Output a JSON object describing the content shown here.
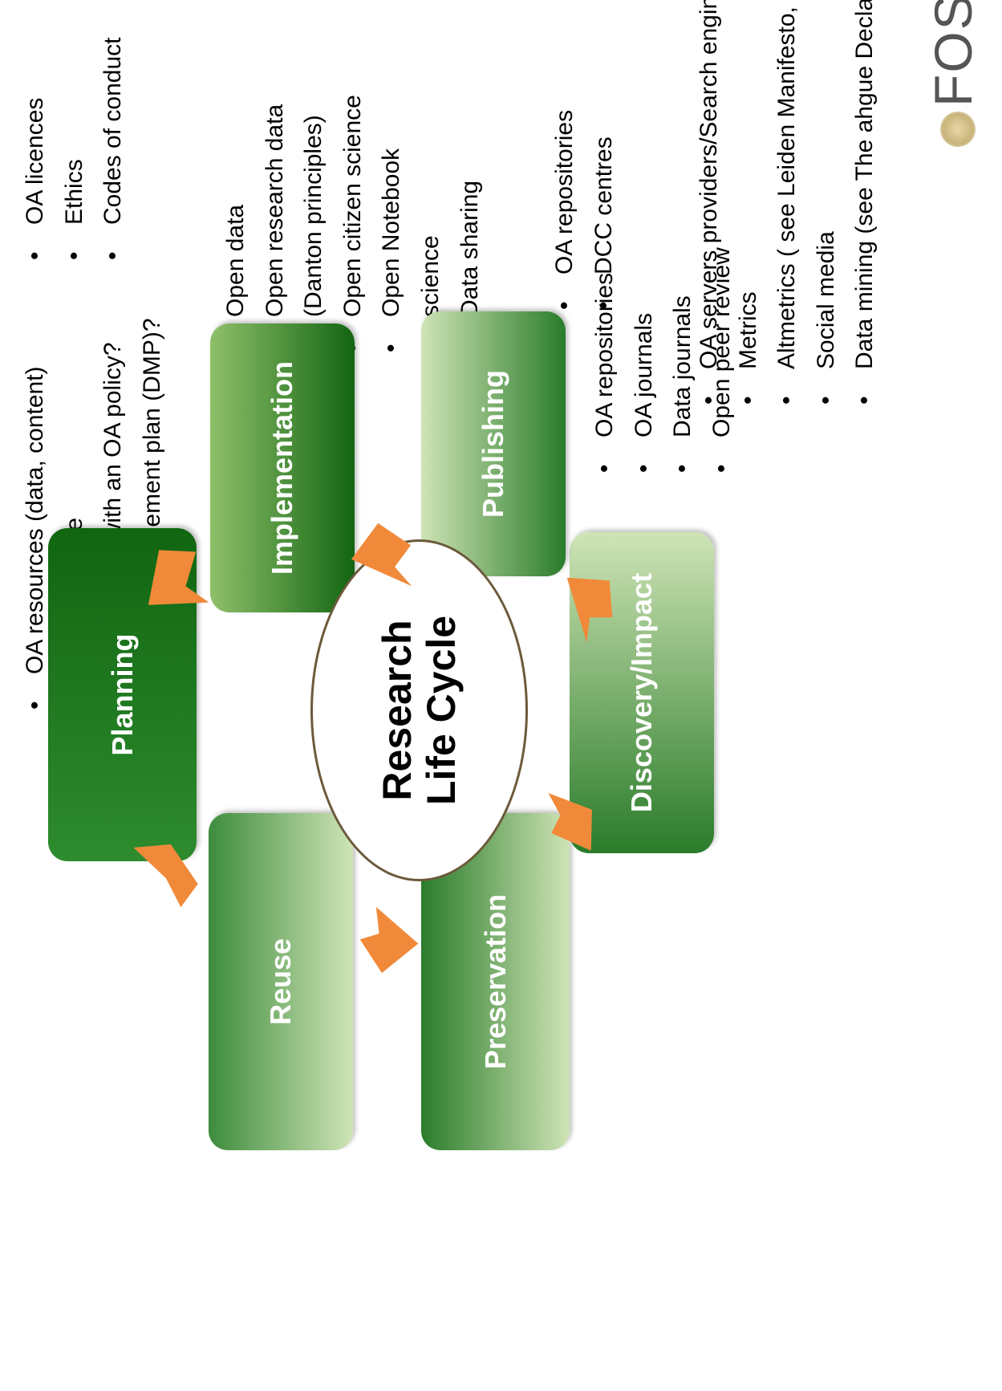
{
  "center": {
    "line1": "Research",
    "line2": "Life Cycle"
  },
  "stages": {
    "planning": "Planning",
    "implementation": "Implementation",
    "publishing": "Publishing",
    "discovery_line1": "Discovery/",
    "discovery_line2": "Impact",
    "preservation": "Preservation",
    "reuse": "Reuse"
  },
  "lists": {
    "planning": [
      "OA resources (data, content)",
      "Open software",
      "Compliance with an OA policy?",
      "Digital management plan (DMP)?"
    ],
    "implementation": [
      "Open data",
      "Open research data",
      "(Danton principles)",
      "Open citizen science",
      "Open Notebook",
      "science",
      "Data sharing"
    ],
    "publishing": [
      "OA repositories",
      "OA journals",
      "Data journals",
      "Open peer review"
    ],
    "discovery": [
      "OA servers providers/Search engines",
      "Metrics",
      "Altmetrics ( see Leiden Manifesto, DORA)",
      "Social media",
      "Data mining (see The ahgue Declaration)"
    ],
    "preservation": [
      "OA repositories",
      "DCC centres"
    ],
    "reuse": [
      "OA licences",
      "Ethics",
      "Codes of conduct"
    ]
  },
  "logo": {
    "text": "FOSTER"
  },
  "colors": {
    "arrow": "#f08a3a",
    "box_dark": "#116611",
    "box_light": "#cfe4b6",
    "ellipse_border": "#6b5a3a"
  }
}
